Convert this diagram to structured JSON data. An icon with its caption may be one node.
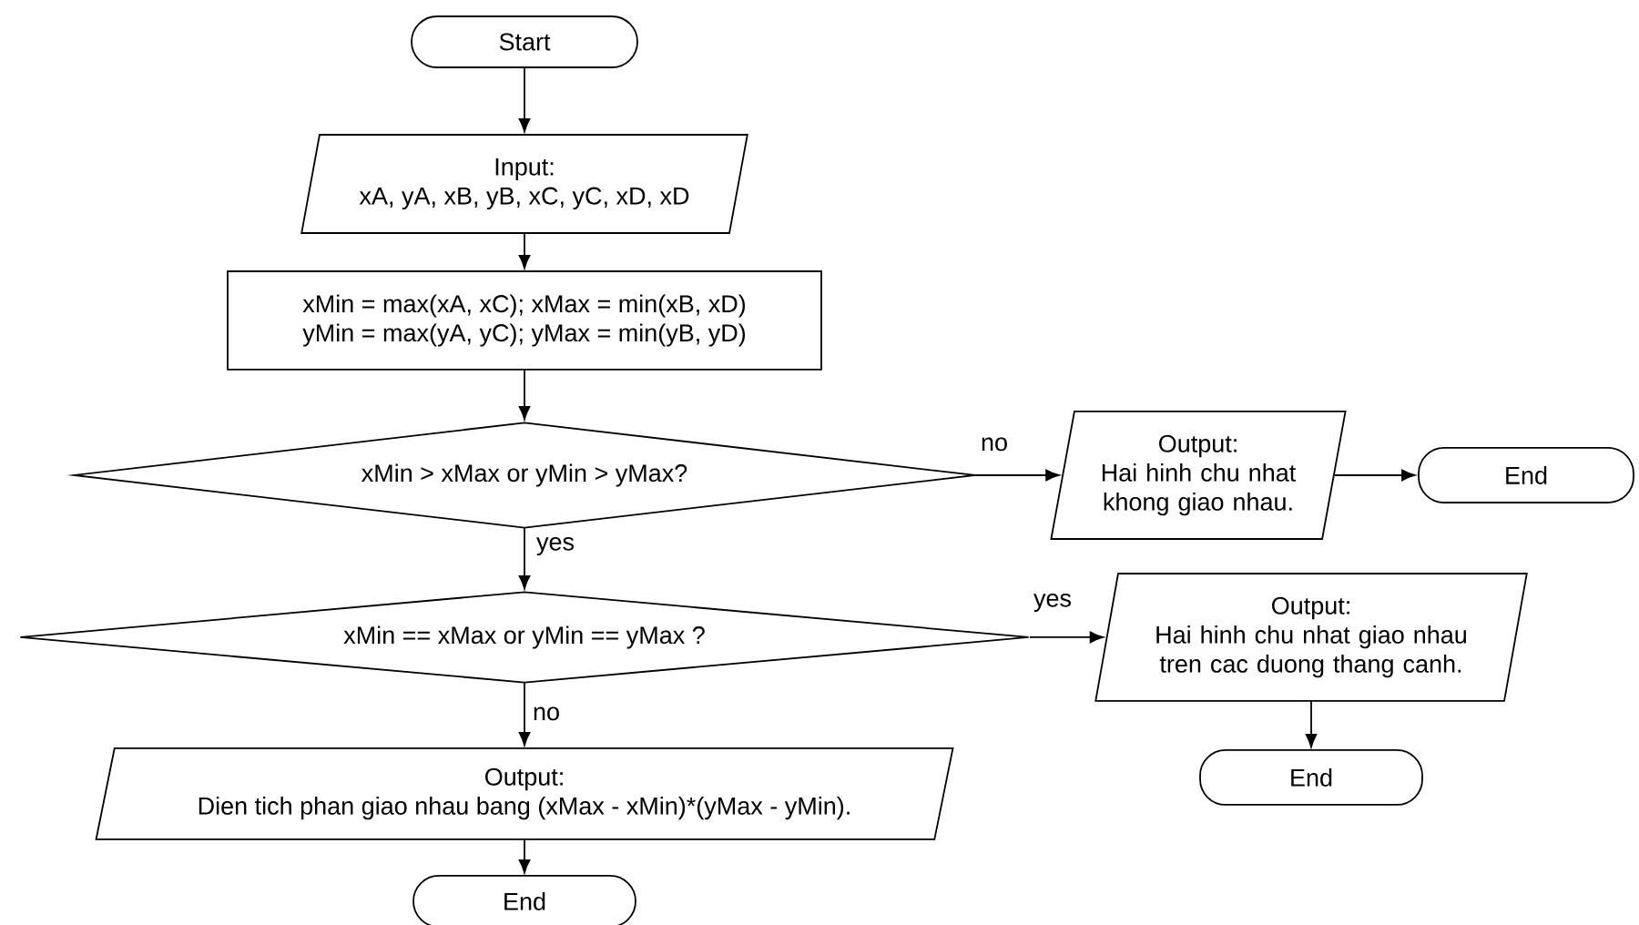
{
  "diagram": {
    "nodes": [
      {
        "text": [
          "Start"
        ]
      },
      {
        "text": [
          "Input:",
          "xA, yA, xB, yB, xC, yC, xD, xD"
        ]
      },
      {
        "text": [
          "xMin = max(xA, xC);  xMax = min(xB, xD)",
          "yMin = max(yA, yC);  yMax = min(yB, yD)"
        ]
      },
      {
        "text": [
          "xMin > xMax or yMin > yMax?"
        ]
      },
      {
        "text": [
          "Output:",
          "Hai hinh chu nhat khong giao nhau."
        ]
      },
      {
        "text": [
          "End"
        ]
      },
      {
        "text": [
          "xMin == xMax or yMin == yMax ?"
        ]
      },
      {
        "text": [
          "Output:",
          "Hai hinh chu nhat giao nhau tren cac duong thang canh."
        ]
      },
      {
        "text": [
          "End"
        ]
      },
      {
        "text": [
          "Output:",
          "Dien tich phan giao nhau bang (xMax - xMin)*(yMax - yMin)."
        ]
      },
      {
        "text": [
          "End"
        ]
      }
    ],
    "edges": [
      {
        "from": 0,
        "to": 1,
        "arrow": "to"
      },
      {
        "from": 1,
        "to": 2,
        "arrow": "to"
      },
      {
        "from": 2,
        "to": 3,
        "arrow": "to"
      },
      {
        "from": 3,
        "to": 4,
        "arrow": "to",
        "label": "no"
      },
      {
        "from": 4,
        "to": 5,
        "arrow": "to"
      },
      {
        "from": 3,
        "to": 6,
        "arrow": "to",
        "label": "yes"
      },
      {
        "from": 6,
        "to": 7,
        "arrow": "to",
        "label": "yes"
      },
      {
        "from": 7,
        "to": 8,
        "arrow": "to"
      },
      {
        "from": 6,
        "to": 9,
        "arrow": "to",
        "label": "no"
      },
      {
        "from": 9,
        "to": 10,
        "arrow": "to"
      }
    ]
  }
}
